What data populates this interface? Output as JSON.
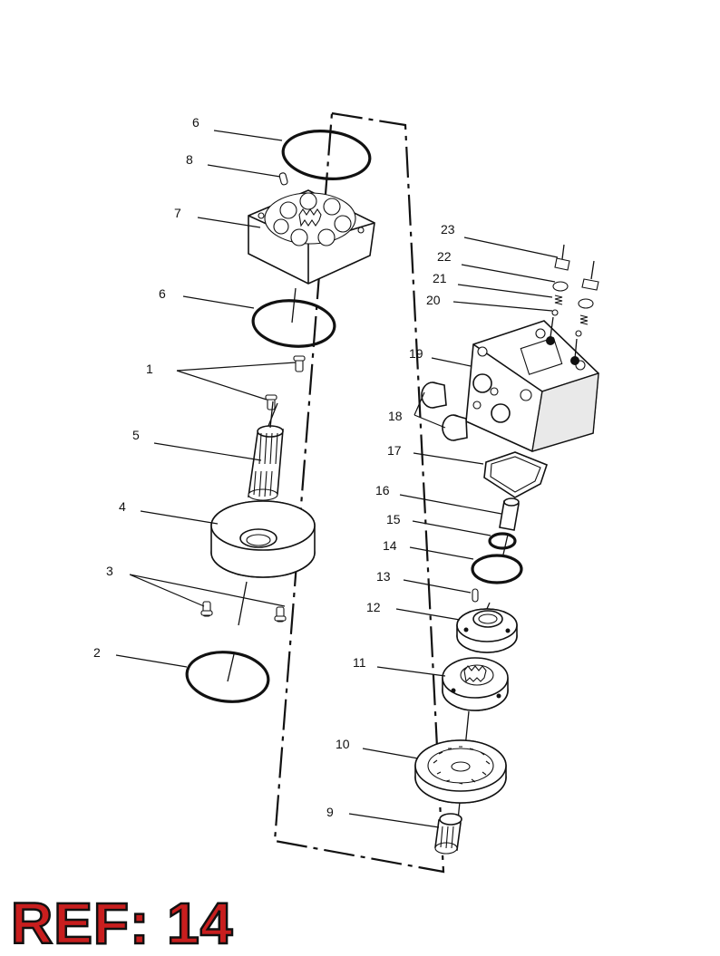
{
  "callouts": {
    "c1": "1",
    "c2": "2",
    "c3": "3",
    "c4": "4",
    "c5": "5",
    "c6a": "6",
    "c6b": "6",
    "c7": "7",
    "c8": "8",
    "c9": "9",
    "c10": "10",
    "c11": "11",
    "c12": "12",
    "c13": "13",
    "c14": "14",
    "c15": "15",
    "c16": "16",
    "c17": "17",
    "c18": "18",
    "c19": "19",
    "c20": "20",
    "c21": "21",
    "c22": "22",
    "c23": "23"
  },
  "reference_label": "REF: 14",
  "colors": {
    "reference_label": "#c81e1e",
    "line_art": "#111111"
  }
}
